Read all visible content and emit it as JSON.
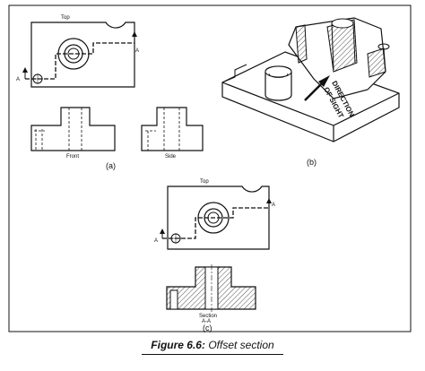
{
  "figure": {
    "number": "Figure 6.6",
    "separator": ":",
    "title": "Offset section"
  },
  "panel_a": {
    "sub_label": "(a)",
    "top_view_label": "Top",
    "front_view_label": "Front",
    "side_view_label": "Side",
    "cut_plane_label": "A"
  },
  "panel_b": {
    "sub_label": "(b)",
    "direction_line1": "DIRECTION",
    "direction_line2": "OF SIGHT"
  },
  "panel_c": {
    "sub_label": "(c)",
    "top_view_label": "Top",
    "section_label_line1": "Section",
    "section_label_line2": "A-A",
    "cut_plane_label": "A"
  }
}
